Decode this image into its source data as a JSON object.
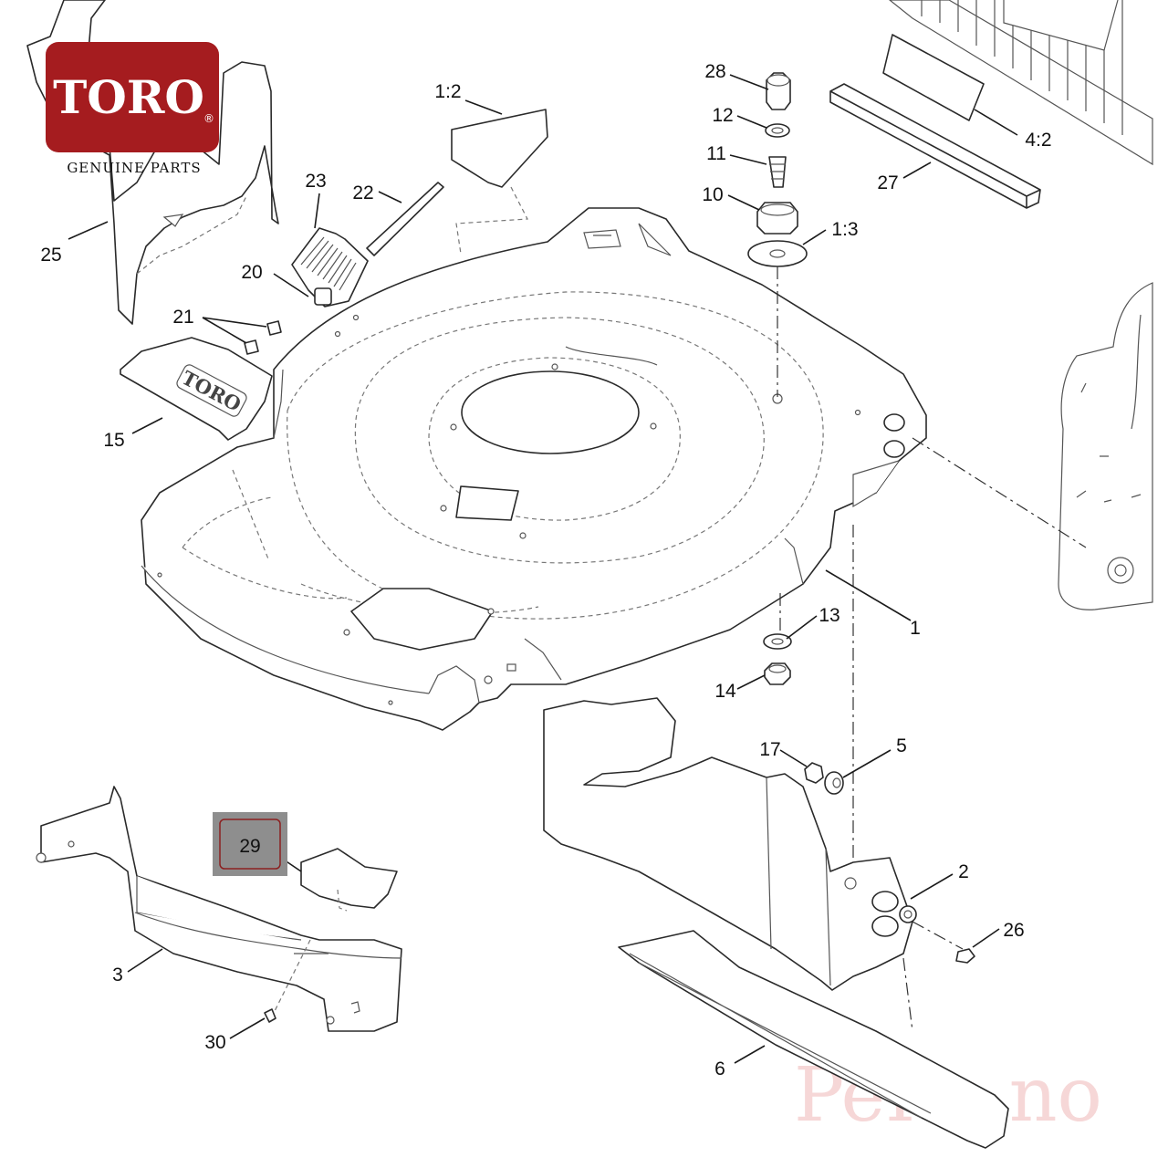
{
  "brand": {
    "logo_text": "TORO",
    "registered_mark": "®",
    "tagline": "GENUINE PARTS",
    "logo_color": "#a51c1f"
  },
  "watermark": "PeRo.no",
  "deck_emblem": "TORO",
  "highlighted_callout": "29",
  "highlight_color": "#8e8e8e",
  "callouts": {
    "c25": "25",
    "c23": "23",
    "c22": "22",
    "c20": "20",
    "c21": "21",
    "c15": "15",
    "c1_2": "1:2",
    "c28": "28",
    "c12": "12",
    "c11": "11",
    "c10": "10",
    "c1_3": "1:3",
    "c4_2": "4:2",
    "c27": "27",
    "c1": "1",
    "c13": "13",
    "c14": "14",
    "c17": "17",
    "c5": "5",
    "c2": "2",
    "c26": "26",
    "c3": "3",
    "c30": "30",
    "c6": "6"
  }
}
